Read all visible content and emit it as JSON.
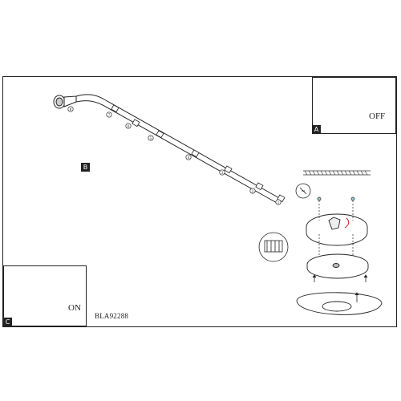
{
  "insets": {
    "a": {
      "tag": "A",
      "action": "OFF"
    },
    "c": {
      "tag": "C",
      "action": "ON"
    }
  },
  "main": {
    "tag": "B"
  },
  "model_code": "BLA92288",
  "callouts": [
    "1",
    "2",
    "3",
    "4",
    "5",
    "6",
    "7",
    "8"
  ]
}
